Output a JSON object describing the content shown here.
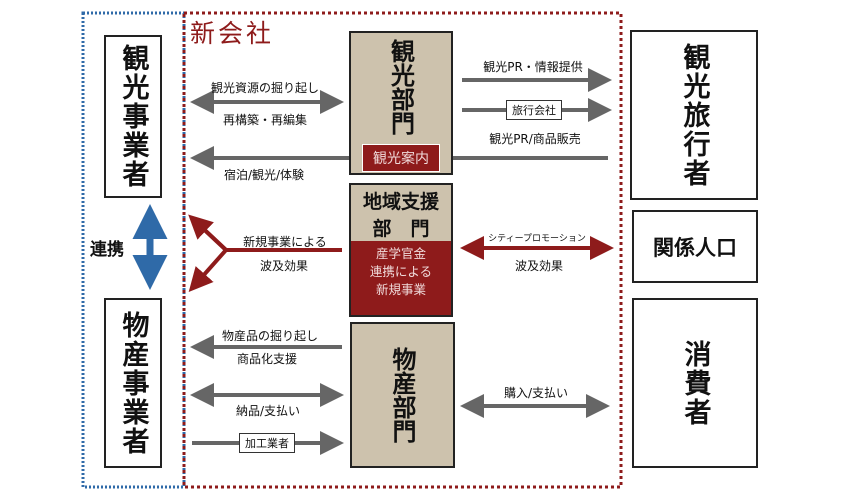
{
  "title": "新会社",
  "left": {
    "tourism_biz": "観光事業者",
    "products_biz": "物産事業者",
    "link": "連携"
  },
  "center": {
    "tourism_dept": "観光部門",
    "tourism_info": "観光案内",
    "regional_dept_1": "地域支援",
    "regional_dept_2": "部　門",
    "regional_desc": [
      "産学官金",
      "連携による",
      "新規事業"
    ],
    "products_dept": "物産部門"
  },
  "right": {
    "travelers": "観光旅行者",
    "related_pop": "関係人口",
    "consumers": "消費者"
  },
  "flows": {
    "resource_top": "観光資源の掘り起し",
    "resource_bottom": "再構築・再編集",
    "stay": "宿泊/観光/体験",
    "pr_info": "観光PR・情報提供",
    "travel_agency": "旅行会社",
    "pr_sales": "観光PR/商品販売",
    "new_biz": "新規事業による",
    "ripple_left": "波及効果",
    "city_promo": "シティープロモーション",
    "ripple_right": "波及効果",
    "product_top": "物産品の掘り起し",
    "product_bottom": "商品化支援",
    "delivery": "納品/支払い",
    "processor": "加工業者",
    "purchase": "購入/支払い"
  },
  "colors": {
    "red": "#8e1b1b",
    "blue": "#2f6aa8",
    "gray": "#666666",
    "beige": "#cdc2ad"
  }
}
